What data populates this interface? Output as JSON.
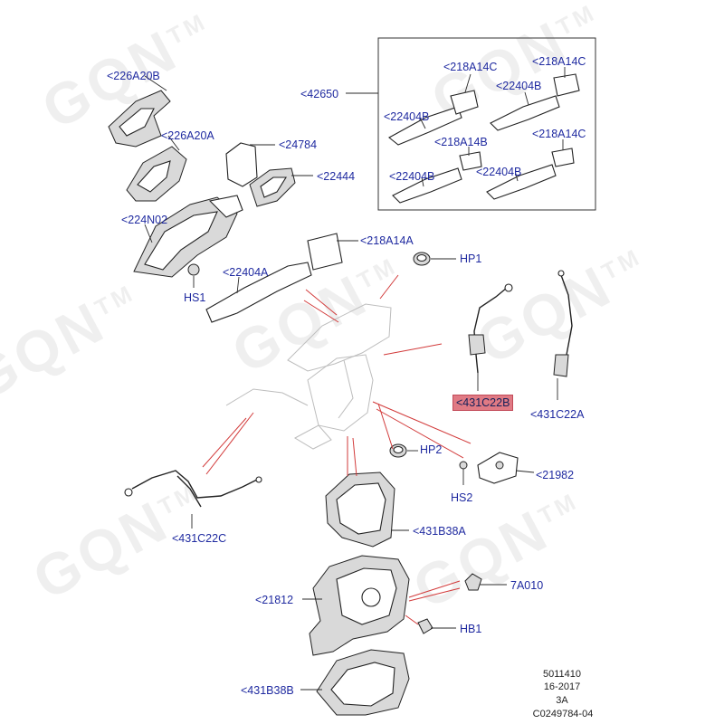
{
  "watermark": "GQN",
  "watermark_tm": "TM",
  "labels": {
    "l226A20B": "<226A20B",
    "l226A20A": "<226A20A",
    "l224N02": "<224N02",
    "lHS1": "HS1",
    "l24784": "<24784",
    "l22444": "<22444",
    "l42650": "<42650",
    "k218A14C_1": "<218A14C",
    "k218A14C_2": "<218A14C",
    "k22404B_1": "<22404B",
    "k22404B_2": "<22404B",
    "k218A14B": "<218A14B",
    "k218A14C_3": "<218A14C",
    "k22404B_3": "<22404B",
    "k22404B_4": "<22404B",
    "l218A14A": "<218A14A",
    "l22404A": "<22404A",
    "lHP1": "HP1",
    "l431C22B": "<431C22B",
    "l431C22A": "<431C22A",
    "lHP2": "HP2",
    "l21982": "<21982",
    "lHS2": "HS2",
    "l431C22C": "<431C22C",
    "l431B38A": "<431B38A",
    "l7A010": "7A010",
    "l21812": "<21812",
    "lHB1": "HB1",
    "l431B38B": "<431B38B"
  },
  "meta": {
    "code": "5011410",
    "date": "16-2017",
    "rev": "3A",
    "ref": "C0249784-04"
  },
  "colors": {
    "label": "#1f2aa0",
    "leader": "#2a2a2a",
    "red_leader": "#d23a3a",
    "highlight": "#e07a84"
  }
}
